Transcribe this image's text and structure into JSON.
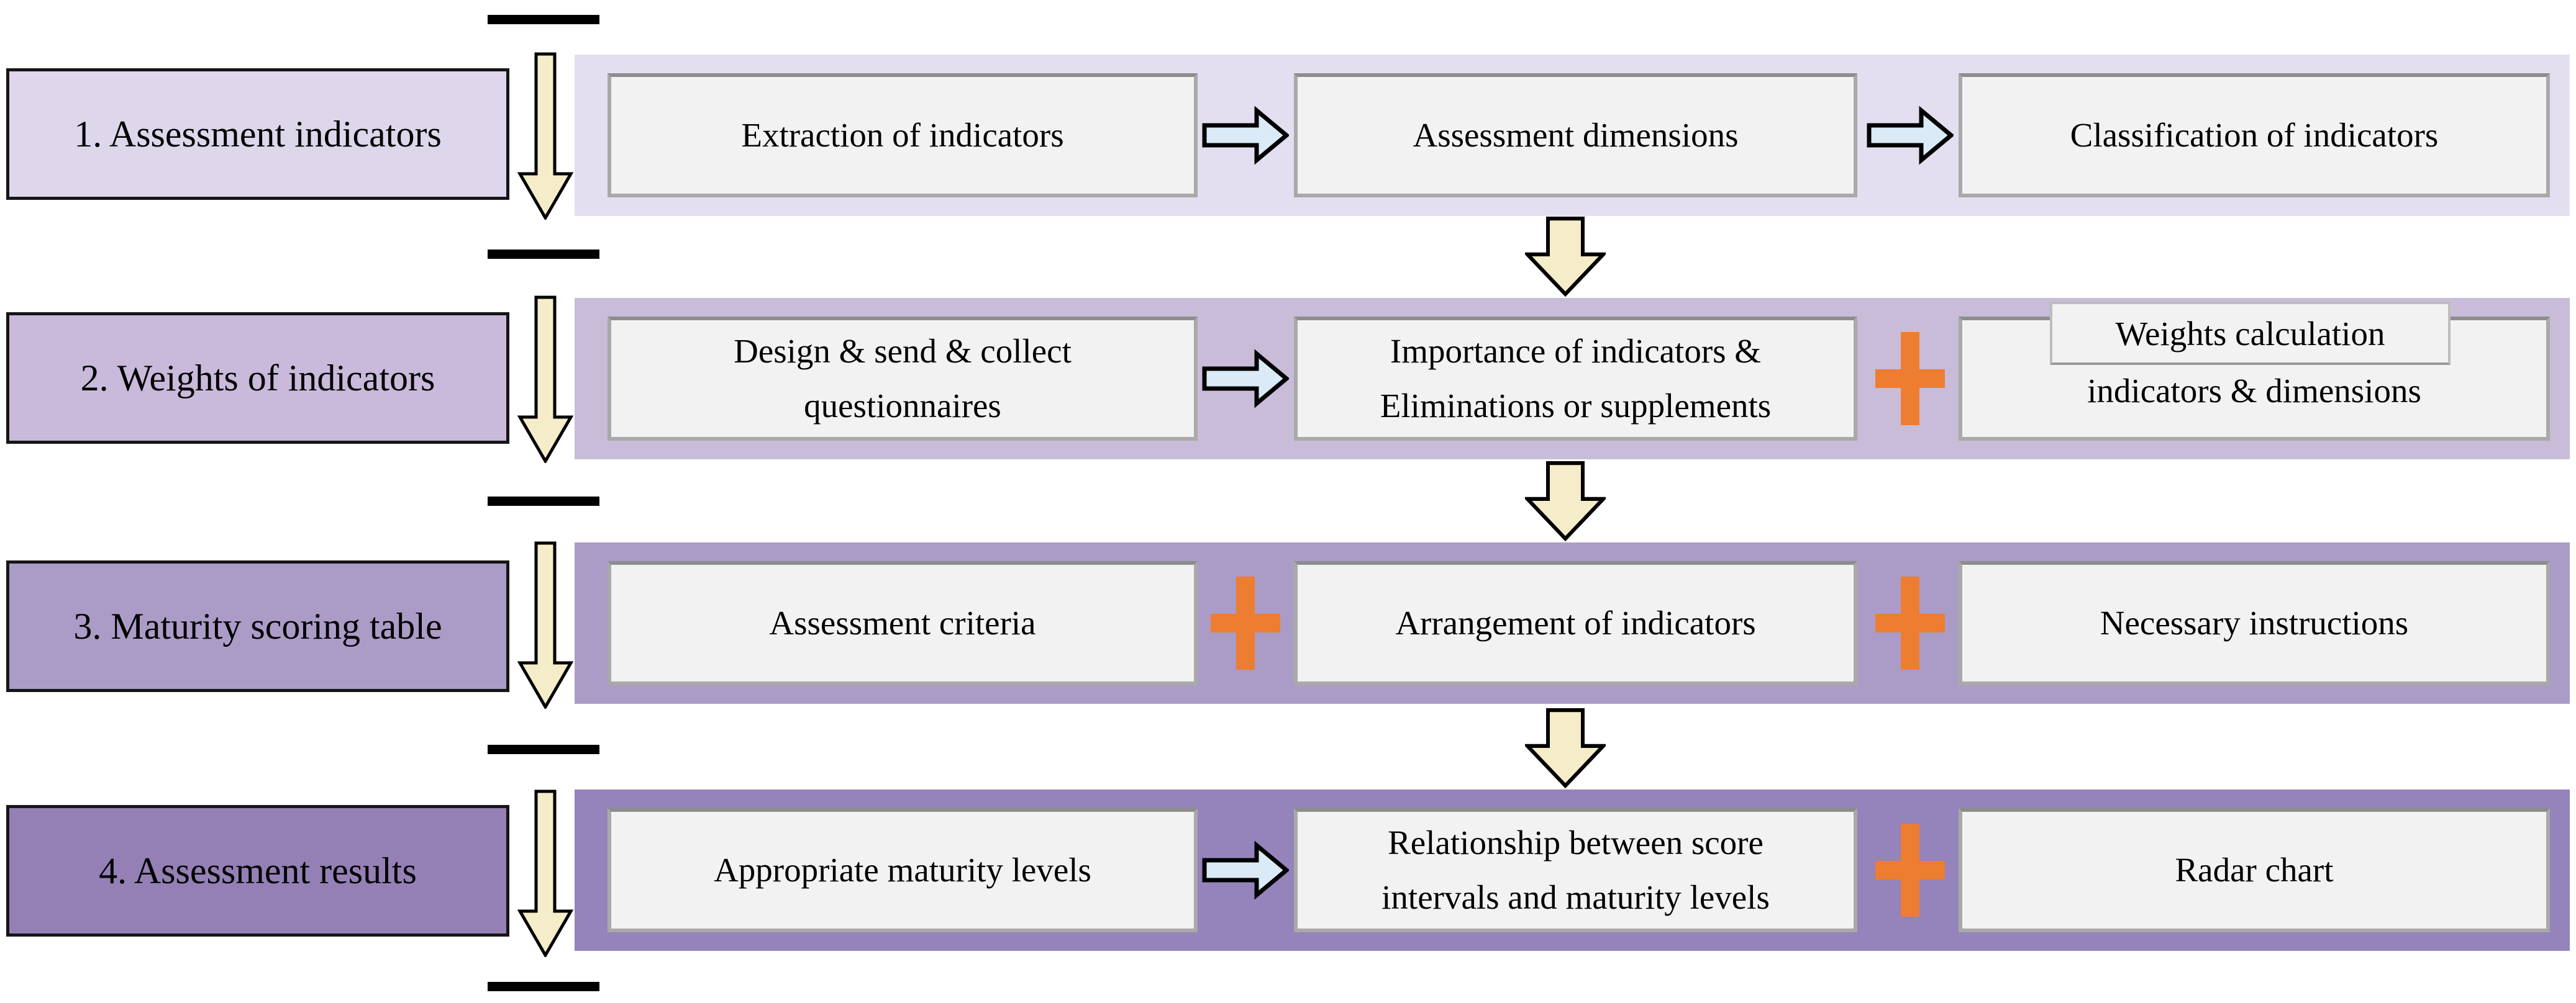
{
  "palette": {
    "page_bg": "#ffffff",
    "box_fill": "#f2f2f2",
    "box_border": "#a9a9a9",
    "label_border": "#161616",
    "flow_arrow_fill": "#f5ecc9",
    "step_arrow_fill": "#dbeaf7",
    "arrow_stroke": "#000000",
    "plus_color": "#ed7d31",
    "tick_color": "#000000",
    "text_color": "#000000"
  },
  "left_rail": {
    "ticks": 5,
    "flow_arrows": 4
  },
  "rows": [
    {
      "label": "1. Assessment indicators",
      "label_bg": "#ded7eb",
      "band_bg": "#e4dff0",
      "connectors": [
        "right-arrow",
        "right-arrow"
      ],
      "boxes": [
        {
          "lines": [
            "Extraction of indicators"
          ]
        },
        {
          "lines": [
            "Assessment dimensions"
          ]
        },
        {
          "lines": [
            "Classification of indicators"
          ]
        }
      ]
    },
    {
      "label": "2. Weights of indicators",
      "label_bg": "#c9badb",
      "band_bg": "#c9bcd9",
      "connectors": [
        "right-arrow",
        "plus"
      ],
      "boxes": [
        {
          "lines": [
            "Design & send & collect",
            "questionnaires"
          ]
        },
        {
          "lines": [
            "Importance of indicators &",
            "Eliminations or supplements"
          ]
        },
        {
          "overlay": "Weights calculation",
          "lines": [
            "indicators & dimensions"
          ]
        }
      ]
    },
    {
      "label": "3. Maturity scoring table",
      "label_bg": "#ab9cc7",
      "band_bg": "#ab9cc7",
      "connectors": [
        "plus",
        "plus"
      ],
      "boxes": [
        {
          "lines": [
            "Assessment criteria"
          ]
        },
        {
          "lines": [
            "Arrangement of indicators"
          ]
        },
        {
          "lines": [
            "Necessary instructions"
          ]
        }
      ]
    },
    {
      "label": "4. Assessment results",
      "label_bg": "#9580b5",
      "band_bg": "#9583bb",
      "connectors": [
        "right-arrow",
        "plus"
      ],
      "boxes": [
        {
          "lines": [
            "Appropriate maturity levels"
          ]
        },
        {
          "lines": [
            "Relationship between score",
            "intervals and maturity levels"
          ]
        },
        {
          "lines": [
            "Radar chart"
          ]
        }
      ]
    }
  ]
}
